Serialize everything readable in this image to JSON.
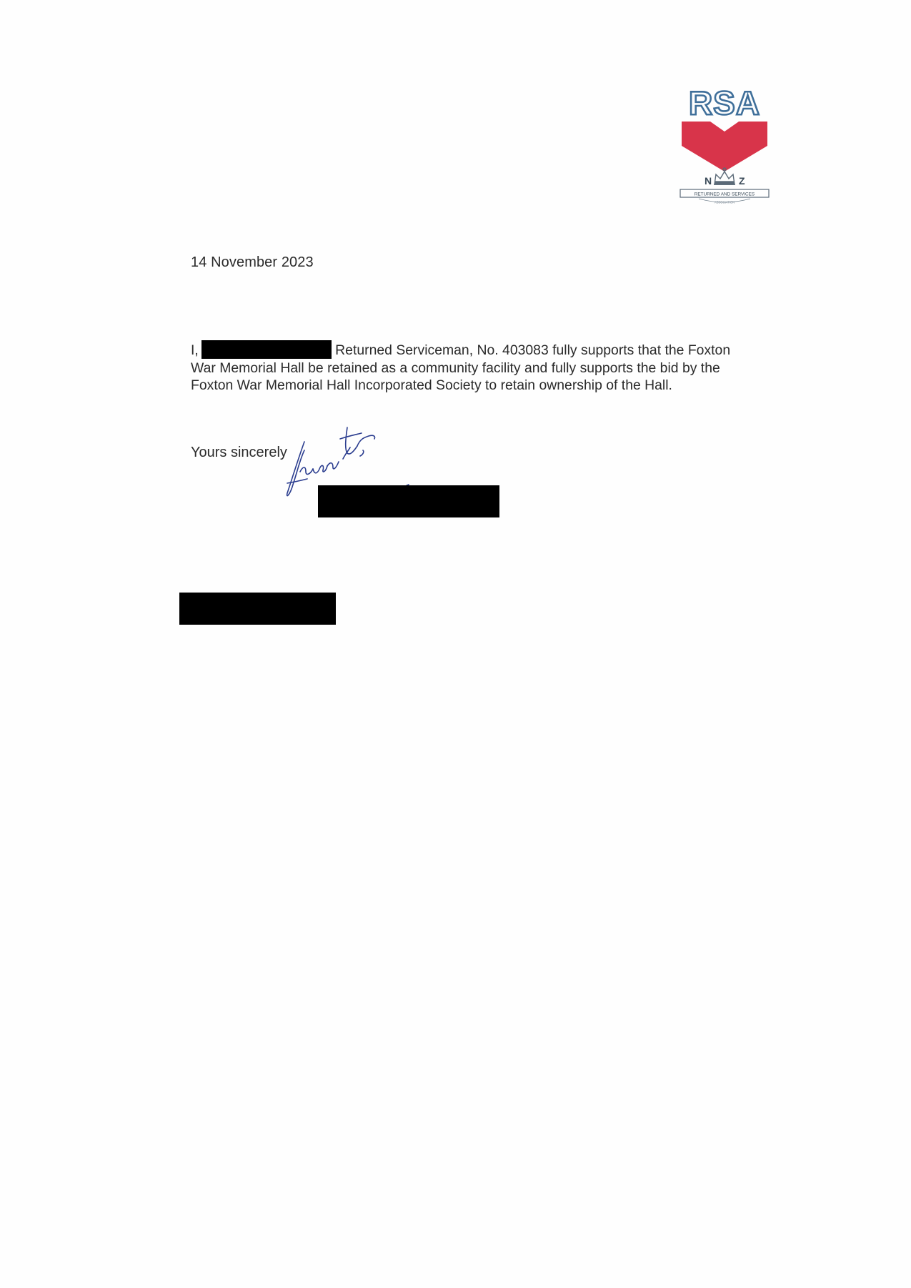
{
  "logo": {
    "text": "RSA",
    "left_letter": "N",
    "right_letter": "Z",
    "banner_text": "RETURNED AND SERVICES",
    "sub_text": "ASSOCIATION",
    "colors": {
      "blue": "#3f6f9a",
      "red": "#d8344a",
      "grey": "#5b6a78"
    }
  },
  "letter": {
    "date": "14 November 2023",
    "salutation_prefix": "I,",
    "body": "Returned Serviceman, No. 403083 fully supports that the Foxton War Memorial Hall be retained as a community facility and fully supports the bid by the Foxton War Memorial Hall Incorporated Society to retain ownership of the Hall.",
    "closing": "Yours sincerely"
  },
  "signature": {
    "ink_color": "#2b3d8f"
  },
  "redaction_color": "#000000"
}
